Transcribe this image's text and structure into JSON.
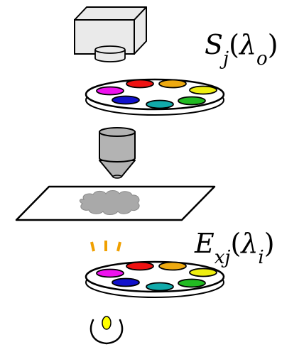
{
  "labels": {
    "emission_label": "S",
    "emission_sub": "j",
    "emission_arg_open": "(",
    "emission_lambda": "λ",
    "emission_lambda_sub": "o",
    "emission_arg_close": ")",
    "excitation_label": "E",
    "excitation_sub": "xj",
    "excitation_arg_open": "(",
    "excitation_lambda": "λ",
    "excitation_lambda_sub": "i",
    "excitation_arg_close": ")"
  },
  "filter_colors": {
    "magenta": "#ee11ee",
    "red": "#ee1111",
    "orange": "#eeaa11",
    "yellow": "#eeee11",
    "blue": "#1111cc",
    "teal": "#11aaaa",
    "green": "#22bb22"
  },
  "colors": {
    "camera_fill": "#eaeaea",
    "objective_fill": "#b3b3b3",
    "sample_fill": "#a9a9a9",
    "light_rays": "#f0a000",
    "lamp_yellow": "#ffff00",
    "outline": "#000000"
  }
}
